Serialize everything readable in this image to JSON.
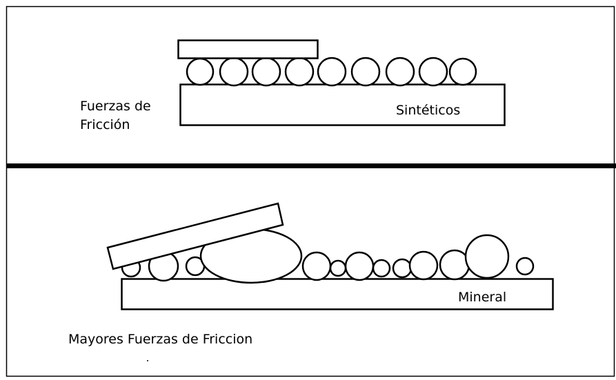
{
  "labels": {
    "friction_line1": "Fuerzas de",
    "friction_line2": "Fricción",
    "synthetic": "Sintéticos",
    "mineral": "Mineral",
    "higher_friction": "Mayores Fuerzas de Friccion"
  },
  "colors": {
    "stroke": "#000000",
    "fill": "#ffffff",
    "background": "#ffffff"
  }
}
